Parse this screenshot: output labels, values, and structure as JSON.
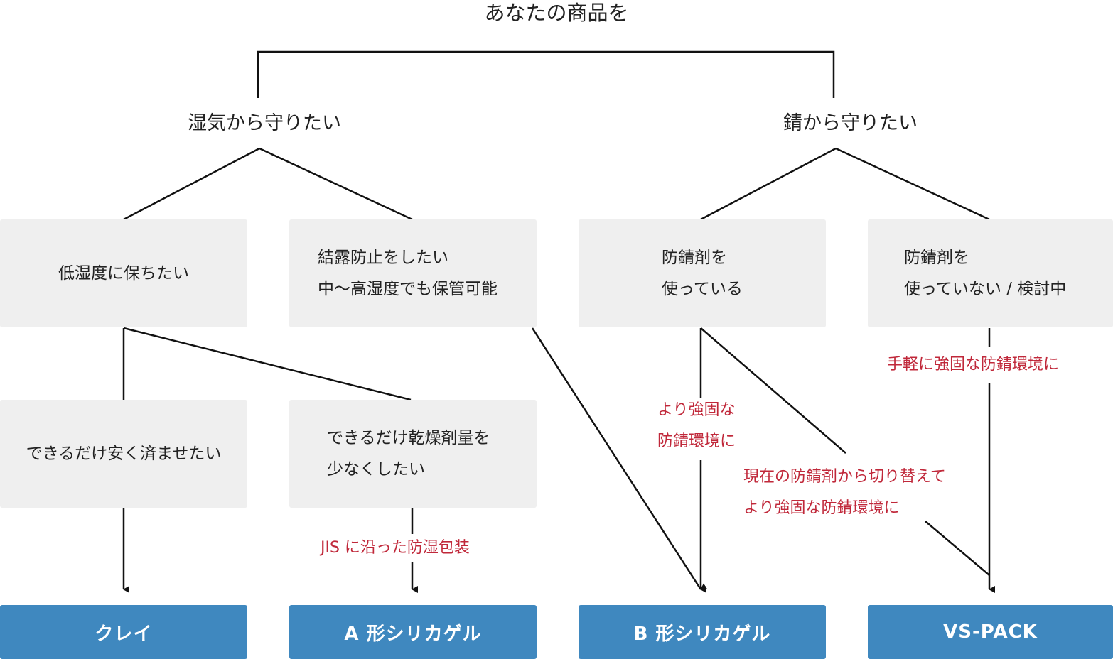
{
  "title": "あなたの商品を",
  "branches": {
    "humidity": "湿気から守りたい",
    "rust": "錆から守りたい"
  },
  "questions": {
    "low_humidity": [
      "低湿度に保ちたい"
    ],
    "condensation": [
      "結露防止をしたい",
      "中〜高湿度でも保管可能"
    ],
    "using_inhibitor": [
      "防錆剤を",
      "使っている"
    ],
    "not_using_inhibitor": [
      "防錆剤を",
      "使っていない / 検討中"
    ],
    "cheap": [
      "できるだけ安く済ませたい"
    ],
    "less_desiccant": [
      "できるだけ乾燥剤量を",
      "少なくしたい"
    ]
  },
  "notes": {
    "jis": "JIS に沿った防湿包装",
    "stronger": [
      "より強固な",
      "防錆環境に"
    ],
    "switch": [
      "現在の防錆剤から切り替えて",
      "より強固な防錆環境に"
    ],
    "easy": "手軽に強固な防錆環境に"
  },
  "results": {
    "clay": "クレイ",
    "silica_a": "A 形シリカゲル",
    "silica_b": "B 形シリカゲル",
    "vs_pack": "VS-PACK"
  },
  "colors": {
    "result_bg": "#3f88bf",
    "note_red": "#c0283a",
    "box_bg": "#efefef",
    "line": "#111111"
  }
}
